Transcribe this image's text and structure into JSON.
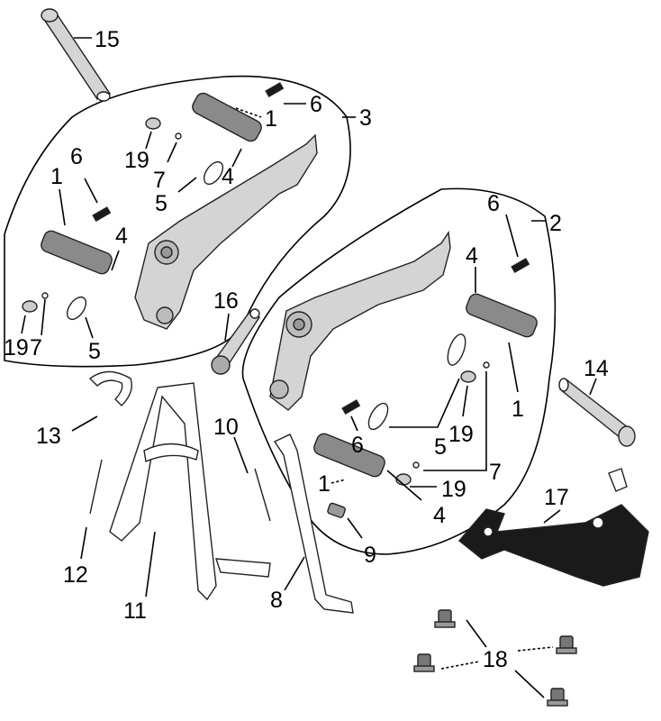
{
  "diagram": {
    "callouts": [
      {
        "id": "c15",
        "text": "15"
      },
      {
        "id": "c1a",
        "text": "1"
      },
      {
        "id": "c6a",
        "text": "6"
      },
      {
        "id": "c3",
        "text": "3"
      },
      {
        "id": "c6b",
        "text": "6"
      },
      {
        "id": "c19a",
        "text": "19"
      },
      {
        "id": "c7a",
        "text": "7"
      },
      {
        "id": "c4a",
        "text": "4"
      },
      {
        "id": "c5a",
        "text": "5"
      },
      {
        "id": "c1b",
        "text": "1"
      },
      {
        "id": "c4b",
        "text": "4"
      },
      {
        "id": "c19b",
        "text": "19"
      },
      {
        "id": "c7b",
        "text": "7"
      },
      {
        "id": "c5b",
        "text": "5"
      },
      {
        "id": "c16",
        "text": "16"
      },
      {
        "id": "c6c",
        "text": "6"
      },
      {
        "id": "c2",
        "text": "2"
      },
      {
        "id": "c4c",
        "text": "4"
      },
      {
        "id": "c14",
        "text": "14"
      },
      {
        "id": "c1c",
        "text": "1"
      },
      {
        "id": "c13",
        "text": "13"
      },
      {
        "id": "c10",
        "text": "10"
      },
      {
        "id": "c6d",
        "text": "6"
      },
      {
        "id": "c5c",
        "text": "5"
      },
      {
        "id": "c19c",
        "text": "19"
      },
      {
        "id": "c7c",
        "text": "7"
      },
      {
        "id": "c1d",
        "text": "1"
      },
      {
        "id": "c19d",
        "text": "19"
      },
      {
        "id": "c17",
        "text": "17"
      },
      {
        "id": "c4d",
        "text": "4"
      },
      {
        "id": "c12",
        "text": "12"
      },
      {
        "id": "c9",
        "text": "9"
      },
      {
        "id": "c11",
        "text": "11"
      },
      {
        "id": "c8",
        "text": "8"
      },
      {
        "id": "c18",
        "text": "18"
      }
    ]
  },
  "colors": {
    "background": "#ffffff",
    "line": "#000000",
    "metal": "#d4d4d4",
    "grip": "#8a8a8a",
    "dark": "#1a1a1a"
  }
}
